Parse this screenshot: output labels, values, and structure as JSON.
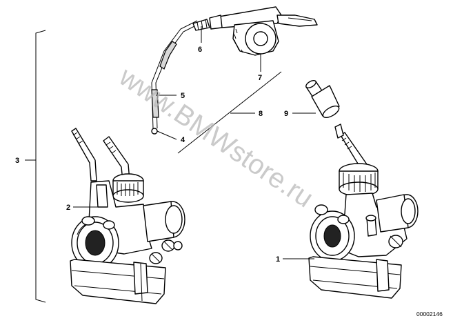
{
  "watermark": "www.BMWstore.ru",
  "drawing_code": "00002146",
  "callouts": {
    "c1": "1",
    "c2": "2",
    "c3": "3",
    "c4": "4",
    "c5": "5",
    "c6": "6",
    "c7": "7",
    "c8": "8",
    "c9": "9"
  }
}
